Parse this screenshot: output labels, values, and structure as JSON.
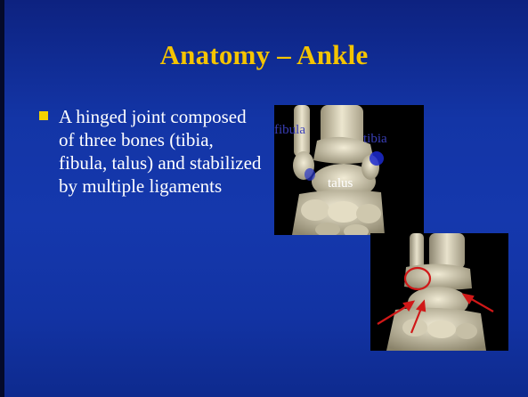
{
  "slide": {
    "title": "Anatomy – Ankle",
    "bullet": "A hinged joint composed of three bones (tibia, fibula, talus) and stabilized by multiple ligaments"
  },
  "images": {
    "front_view": {
      "labels": {
        "fibula": "fibula",
        "tibia": "tibia",
        "talus": "talus"
      }
    },
    "lateral_view": {
      "highlight_color": "#d01818"
    }
  },
  "colors": {
    "title": "#f5c400",
    "bullet_square": "#f2d300",
    "background": "#1538ad"
  }
}
